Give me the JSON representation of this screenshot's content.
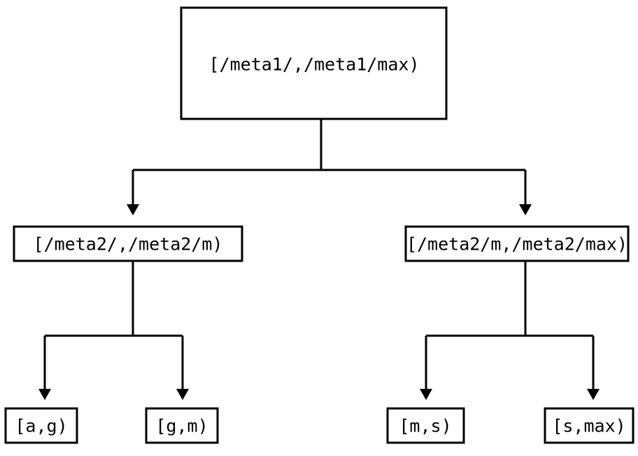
{
  "diagram": {
    "type": "tree",
    "orientation": "top-down",
    "background_color": "#ffffff",
    "line_color": "#000000",
    "text_color": "#000000",
    "root": {
      "id": "root",
      "label": "[/meta1/,/meta1/max)"
    },
    "level2": [
      {
        "id": "mid-left",
        "label": "[/meta2/,/meta2/m)"
      },
      {
        "id": "mid-right",
        "label": "[/meta2/m,/meta2/max)"
      }
    ],
    "leaves": [
      {
        "id": "leaf-a-g",
        "label": "[a,g)"
      },
      {
        "id": "leaf-g-m",
        "label": "[g,m)"
      },
      {
        "id": "leaf-m-s",
        "label": "[m,s)"
      },
      {
        "id": "leaf-s-max",
        "label": "[s,max)"
      }
    ]
  }
}
